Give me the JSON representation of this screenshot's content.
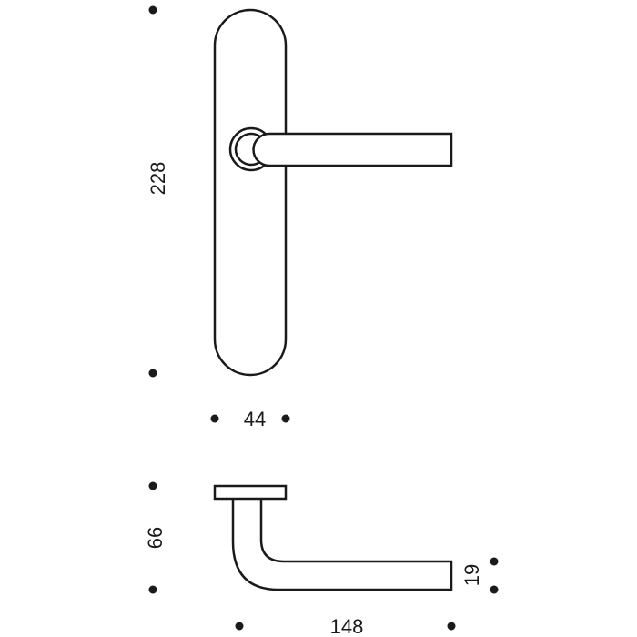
{
  "drawing": {
    "dimensions": {
      "plate_height": "228",
      "plate_width": "44",
      "projection": "66",
      "lever_length": "148",
      "lever_diameter": "19"
    }
  },
  "colors": {
    "line": "#1a1a1a",
    "background": "#ffffff"
  }
}
